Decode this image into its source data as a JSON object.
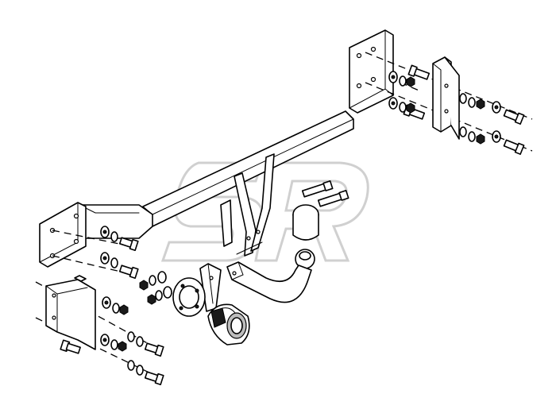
{
  "watermark": {
    "name": "sr-logo-watermark"
  },
  "colors": {
    "line": "#000000",
    "background": "#ffffff",
    "watermark": "#d0d0d0",
    "fill_dark": "#1a1a1a"
  },
  "parts": [
    "crossbar",
    "right-mounting-plate",
    "left-mounting-plate",
    "right-vehicle-bracket",
    "left-vehicle-bracket",
    "tow-ball-neck",
    "electrical-socket",
    "socket-bracket"
  ]
}
